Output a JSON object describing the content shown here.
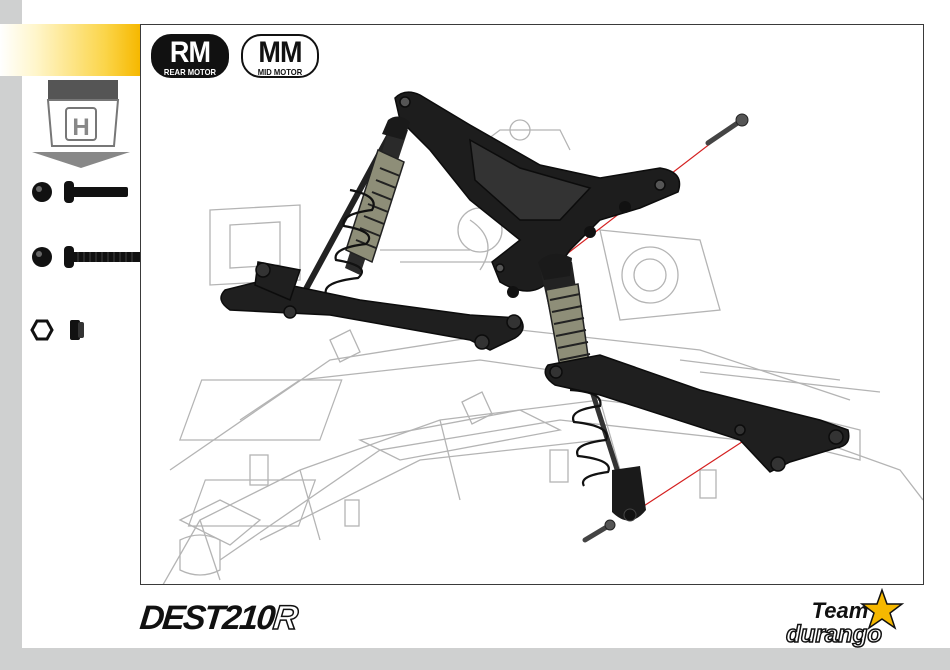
{
  "step": {
    "label": "H"
  },
  "badges": {
    "rm": {
      "big": "RM",
      "small": "REAR MOTOR"
    },
    "mm": {
      "big": "MM",
      "small": "MID MOTOR"
    }
  },
  "footer": {
    "model_main": "DEST210",
    "model_suffix": "R",
    "brand_line1": "Team",
    "brand_line2": "durango"
  },
  "colors": {
    "accent": "#f6b800",
    "frame": "#3a3a3a",
    "guide": "#d42020",
    "parts": "#1a1a1a"
  },
  "icons": [
    "bag-icon",
    "arrow-down-icon",
    "ball-end-icon",
    "button-head-screw-icon",
    "nut-icon",
    "lock-nut-icon"
  ]
}
